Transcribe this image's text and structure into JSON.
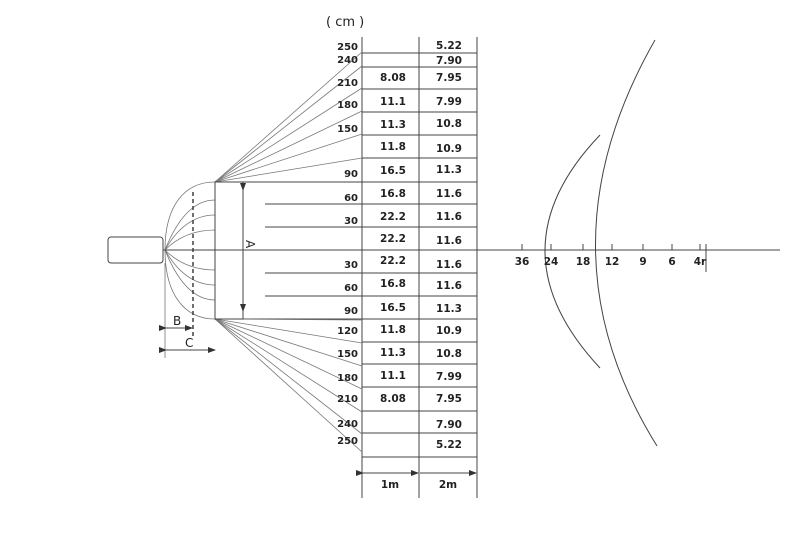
{
  "unit_label": "( cm )",
  "angle_labels_top": [
    "250",
    "240",
    "210",
    "180",
    "150",
    "90",
    "60",
    "30"
  ],
  "angle_labels_bottom": [
    "30",
    "60",
    "90",
    "120",
    "150",
    "180",
    "210",
    "240",
    "250"
  ],
  "col_1m_top": [
    "8.08",
    "11.1",
    "11.3",
    "11.8",
    "16.5",
    "16.8",
    "22.2",
    "22.2"
  ],
  "col_1m_bottom": [
    "22.2",
    "16.8",
    "16.5",
    "11.8",
    "11.3",
    "11.1",
    "8.08"
  ],
  "col_2m_top": [
    "5.22",
    "7.90",
    "7.95",
    "7.99",
    "10.8",
    "10.9",
    "11.3",
    "11.6",
    "11.6",
    "11.6"
  ],
  "col_2m_bottom": [
    "11.6",
    "11.6",
    "11.3",
    "10.9",
    "10.8",
    "7.99",
    "7.95",
    "7.90",
    "5.22"
  ],
  "footer": {
    "col1": "1m",
    "col2": "2m"
  },
  "dimensions": {
    "a": "A",
    "b": "B",
    "c": "C"
  },
  "axis_ticks": [
    "36",
    "24",
    "18",
    "12",
    "9",
    "6",
    "4r"
  ]
}
